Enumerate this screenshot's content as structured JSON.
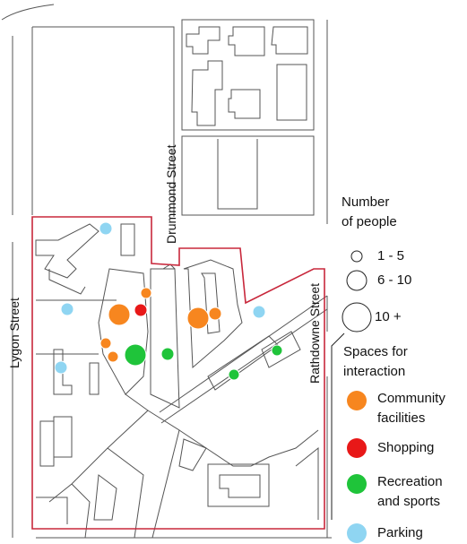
{
  "streets": {
    "drummond": "Drummond Street",
    "lygon": "Lygon Street",
    "rathdowne": "Rathdowne Street"
  },
  "legend": {
    "size_title_line1": "Number",
    "size_title_line2": "of people",
    "sizes": [
      {
        "label": "1 - 5"
      },
      {
        "label": "6 - 10"
      },
      {
        "label": "10 +"
      }
    ],
    "type_title_line1": "Spaces for",
    "type_title_line2": "interaction",
    "types": [
      {
        "key": "community",
        "line1": "Community",
        "line2": "facilities",
        "color": "#f7861f"
      },
      {
        "key": "shopping",
        "line1": "Shopping",
        "line2": "",
        "color": "#e81818"
      },
      {
        "key": "recreation",
        "line1": "Recreation",
        "line2": "and sports",
        "color": "#1fc43a"
      },
      {
        "key": "parking",
        "line1": "Parking",
        "line2": "",
        "color": "#8fd5f2"
      }
    ]
  },
  "colors": {
    "boundary": "#c8283c",
    "street_lines": "#444444"
  }
}
